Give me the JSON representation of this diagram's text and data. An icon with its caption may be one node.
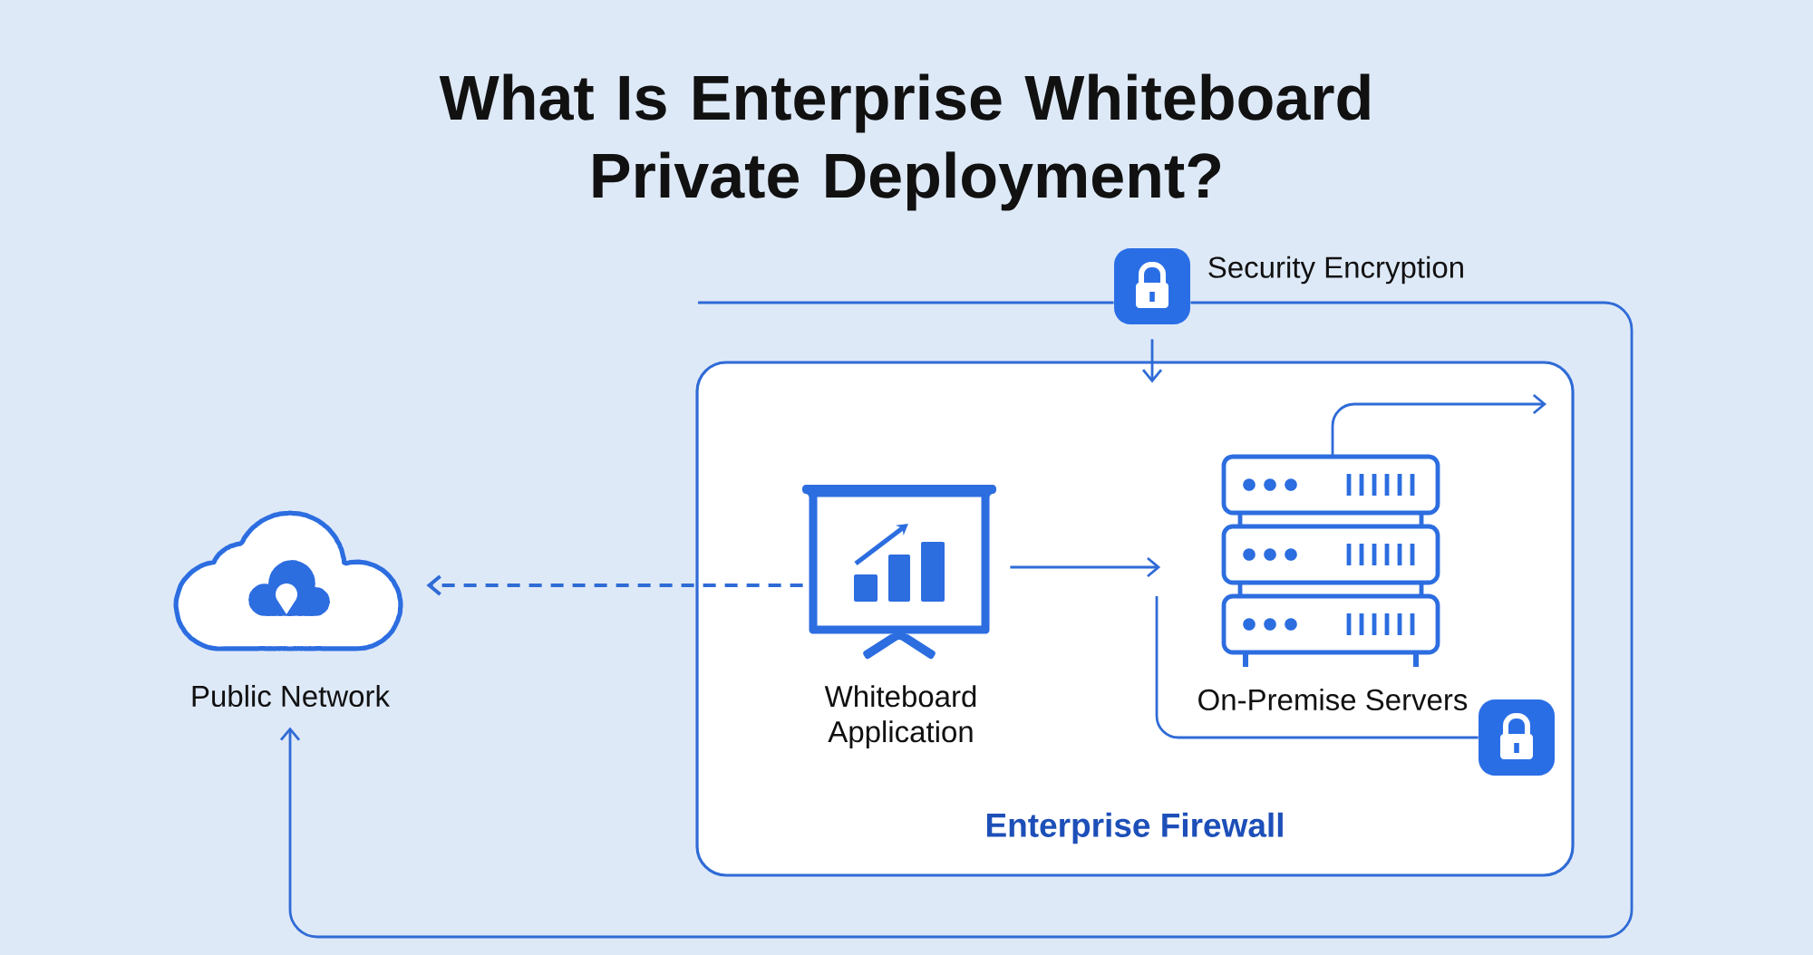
{
  "diagram": {
    "title": "What Is Enterprise Whiteboard Private Deployment?",
    "nodes": [
      {
        "text": [],
        "shape": "picture",
        "beside": [
          "Security Encryption"
        ]
      },
      {
        "text": [
          "Public Network"
        ]
      },
      {
        "text": [
          "Enterprise Firewall"
        ]
      },
      {
        "text": [
          "Whiteboard Application"
        ],
        "in": 2
      },
      {
        "text": [
          "On-Premise Servers"
        ],
        "in": 2
      },
      {
        "text": [],
        "shape": "picture",
        "in": 2
      }
    ],
    "edges": [
      {
        "from": 3,
        "to": 1,
        "arrow": "to",
        "style": "dashed"
      },
      {
        "from": 3,
        "to": 4,
        "arrow": "to"
      },
      {
        "from": 0,
        "to": 2,
        "arrow": "to"
      },
      {
        "from": 4,
        "to": null,
        "arrow": "to"
      },
      {
        "from": 0,
        "to": 1,
        "arrow": "to"
      },
      {
        "from": null,
        "to": 0,
        "arrow": "none"
      },
      {
        "from": null,
        "to": 5,
        "arrow": "none"
      }
    ]
  }
}
